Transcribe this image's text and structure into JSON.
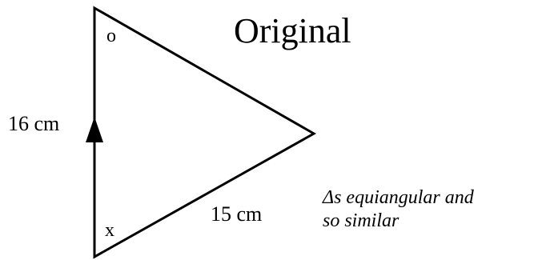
{
  "diagram": {
    "title": "Original",
    "angle_top": "o",
    "angle_bottom": "x",
    "side_left": "16 cm",
    "side_bottom": "15 cm",
    "note_line1": "Δs equiangular and",
    "note_line2": "so similar",
    "stroke_color": "#000000",
    "background_color": "#ffffff",
    "arrow_marker": "up-arrow-icon"
  }
}
